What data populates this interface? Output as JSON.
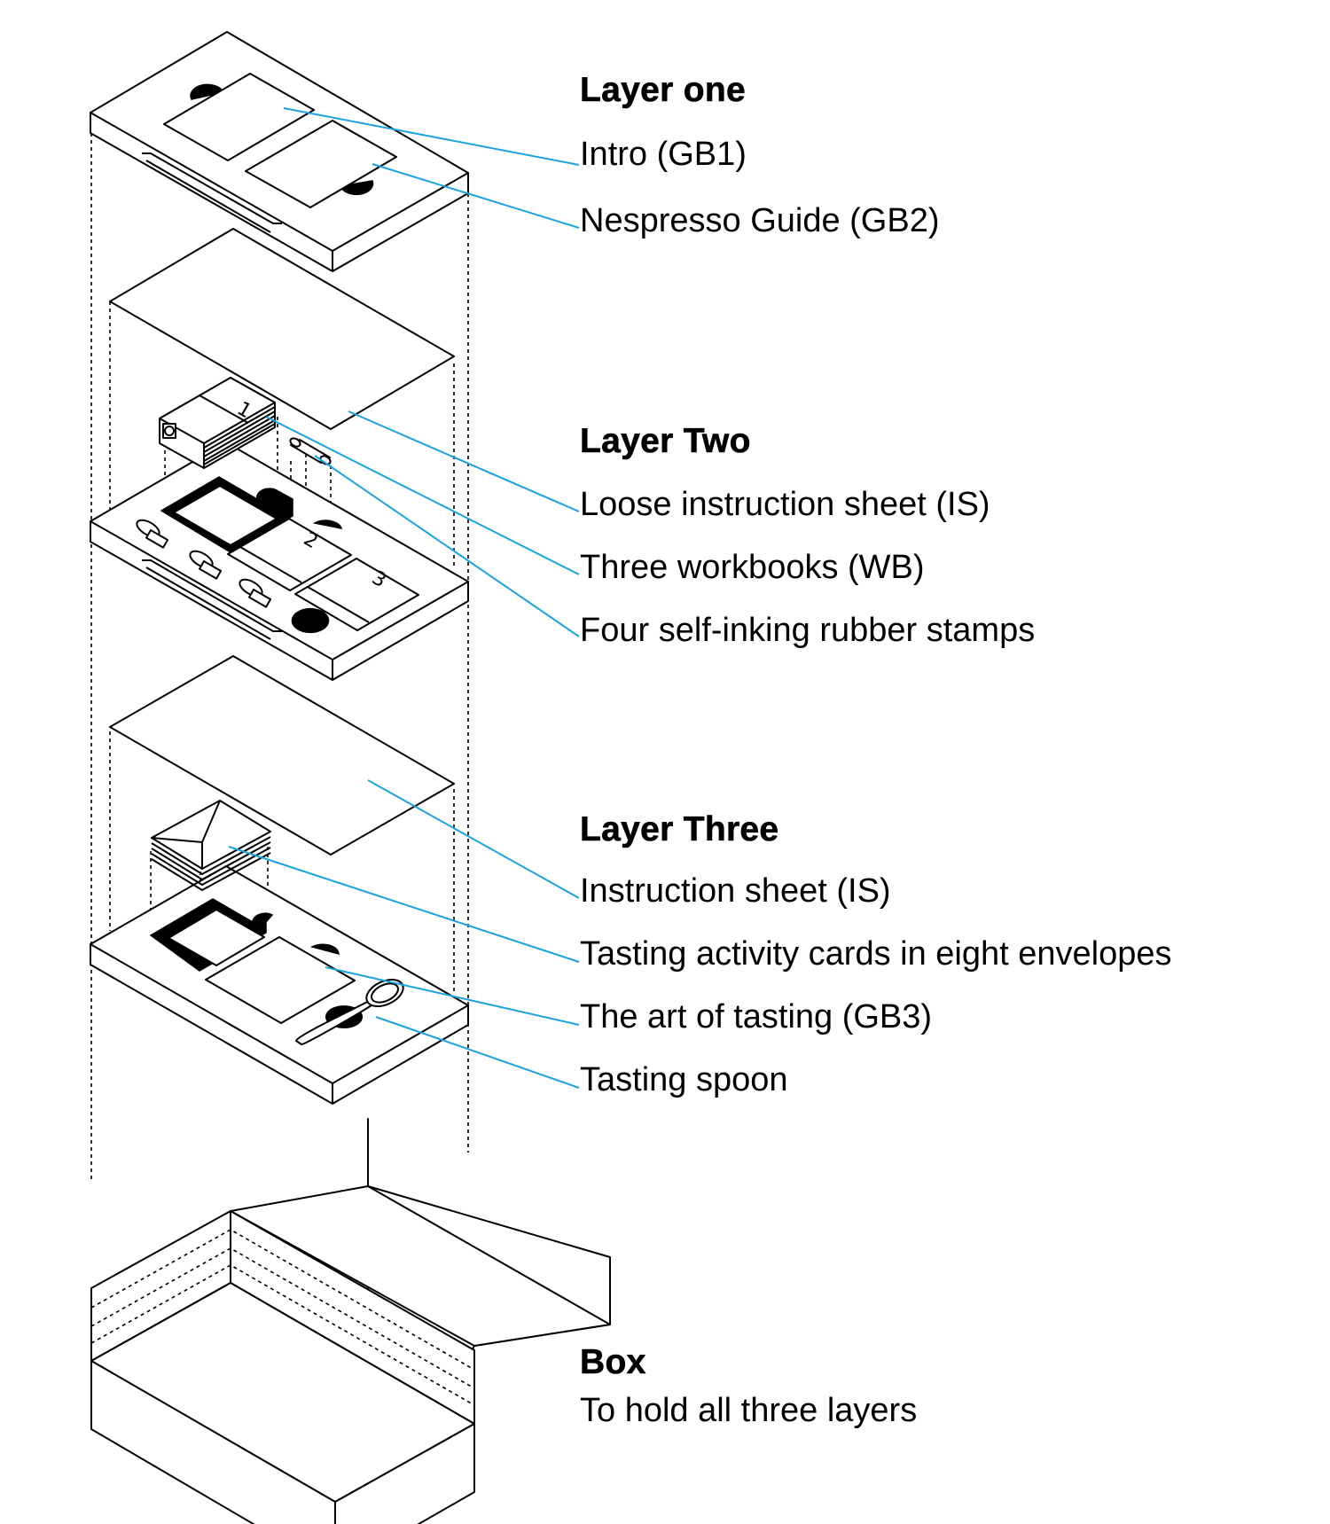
{
  "colors": {
    "leader_line": "#1aa3e0",
    "ink": "#000000",
    "background": "#ffffff"
  },
  "layer_one": {
    "heading": "Layer one",
    "items": [
      "Intro (GB1)",
      "Nespresso Guide (GB2)"
    ]
  },
  "layer_two": {
    "heading": "Layer Two",
    "items": [
      "Loose instruction sheet (IS)",
      "Three workbooks (WB)",
      "Four self-inking rubber stamps"
    ],
    "workbook_numbers": [
      "1",
      "2",
      "3"
    ]
  },
  "layer_three": {
    "heading": "Layer Three",
    "items": [
      "Instruction sheet (IS)",
      "Tasting activity cards in eight envelopes",
      "The art of tasting (GB3)",
      "Tasting spoon"
    ]
  },
  "box": {
    "heading": "Box",
    "description": "To hold all three layers"
  }
}
